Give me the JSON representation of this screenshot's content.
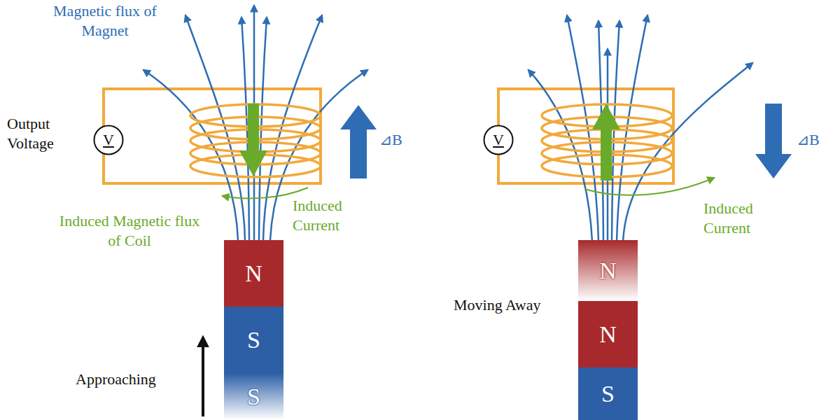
{
  "diagram": {
    "nodes": [
      {
        "text": [
          "V"
        ]
      },
      {
        "text": [
          "N"
        ]
      },
      {
        "text": [
          "S"
        ]
      },
      {
        "text": [
          "S"
        ]
      },
      {
        "text": [
          "V"
        ]
      },
      {
        "text": [
          "N"
        ]
      },
      {
        "text": [
          "N"
        ]
      },
      {
        "text": [
          "S"
        ]
      }
    ],
    "labels": [
      "Magnetic flux of Magnet",
      "Output Voltage",
      "⊿B",
      "Induced Magnetic flux of Coil",
      "Induced Current",
      "Approaching",
      "Moving Away",
      "⊿B",
      "Induced Current"
    ]
  }
}
